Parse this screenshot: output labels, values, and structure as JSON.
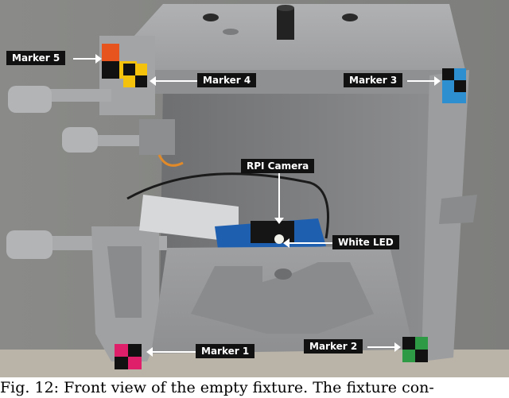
{
  "labels": {
    "marker5": "Marker 5",
    "marker4": "Marker 4",
    "marker3": "Marker 3",
    "marker1": "Marker 1",
    "marker2": "Marker 2",
    "rpi_camera": "RPI Camera",
    "white_led": "White LED"
  },
  "caption": "Fig. 12: Front view of the empty fixture. The fixture con-",
  "colors": {
    "background_wall": "#8c8c8a",
    "fixture_grey": "#9a9b9d",
    "marker5": "#e8541e",
    "marker4": "#f4c20d",
    "marker3": "#2e8fd0",
    "marker1": "#e01f6a",
    "marker2": "#2f9a45",
    "label_bg": "#111111",
    "label_text": "#ffffff"
  }
}
